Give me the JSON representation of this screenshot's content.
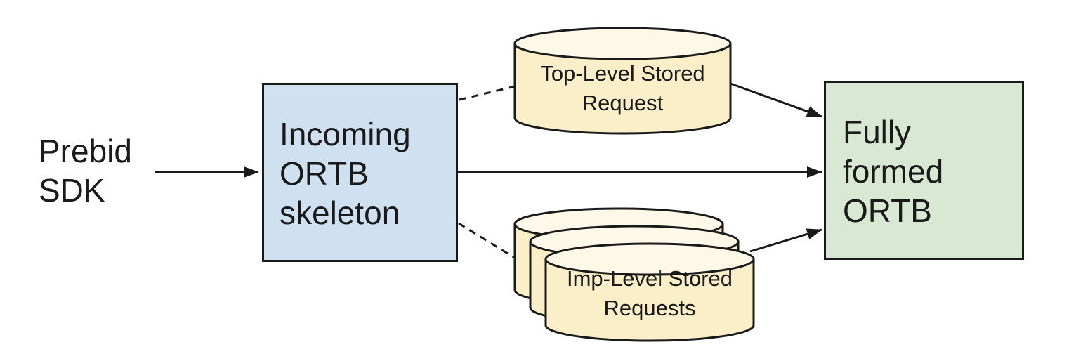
{
  "diagram": {
    "background": "#ffffff",
    "stroke_color": "#1a1a1a",
    "nodes": {
      "prebid_sdk": {
        "label": "Prebid\nSDK",
        "type": "plain-text"
      },
      "incoming_ortb_skeleton": {
        "label": "Incoming\nORTB\nskeleton",
        "type": "rectangle",
        "fill": "#cfe0f1"
      },
      "top_level_stored_request": {
        "label": "Top-Level Stored\nRequest",
        "type": "cylinder",
        "fill": "#faefc9",
        "fill_top": "#fdf8e8"
      },
      "imp_level_stored_requests": {
        "label": "Imp-Level Stored\nRequests",
        "type": "cylinder-stack-of-3",
        "fill": "#faefc9",
        "fill_top": "#fdf8e8"
      },
      "fully_formed_ortb": {
        "label": "Fully\nformed\nORTB",
        "type": "rectangle",
        "fill": "#d9e8d3"
      }
    },
    "edges": [
      {
        "from": "prebid_sdk",
        "to": "incoming_ortb_skeleton",
        "style": "solid",
        "arrowhead": true
      },
      {
        "from": "incoming_ortb_skeleton",
        "to": "top_level_stored_request",
        "style": "dashed",
        "arrowhead": false
      },
      {
        "from": "incoming_ortb_skeleton",
        "to": "fully_formed_ortb",
        "style": "solid",
        "arrowhead": true
      },
      {
        "from": "incoming_ortb_skeleton",
        "to": "imp_level_stored_requests",
        "style": "dashed",
        "arrowhead": false
      },
      {
        "from": "top_level_stored_request",
        "to": "fully_formed_ortb",
        "style": "solid",
        "arrowhead": true
      },
      {
        "from": "imp_level_stored_requests",
        "to": "fully_formed_ortb",
        "style": "solid",
        "arrowhead": true
      }
    ]
  }
}
